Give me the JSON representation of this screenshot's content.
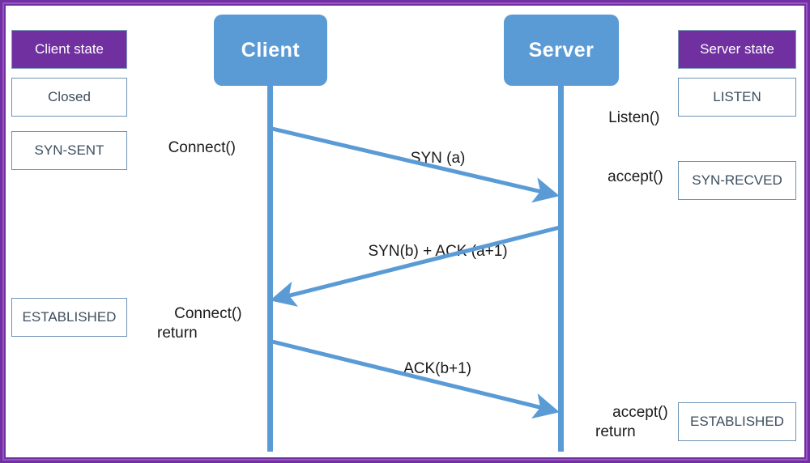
{
  "diagram": {
    "title": "TCP three-way handshake sequence diagram",
    "colors": {
      "frame_purple": "#7030A0",
      "frame_purple_light": "#9B51C8",
      "participant_blue": "#5B9BD5",
      "state_header_purple": "#7030A0",
      "state_border_blue": "#6E93B5",
      "state_text": "#3D4E5E",
      "label_text": "#1a1a1a",
      "background": "#ffffff"
    }
  },
  "participants": {
    "client": {
      "label": "Client"
    },
    "server": {
      "label": "Server"
    }
  },
  "client_states": {
    "header": "Client state",
    "items": [
      {
        "label": "Closed"
      },
      {
        "label": "SYN-SENT"
      },
      {
        "label": "ESTABLISHED"
      }
    ]
  },
  "server_states": {
    "header": "Server state",
    "items": [
      {
        "label": "LISTEN"
      },
      {
        "label": "SYN-RECVED"
      },
      {
        "label": "ESTABLISHED"
      }
    ]
  },
  "client_calls": [
    {
      "label": "Connect()"
    },
    {
      "label": "Connect()\nreturn"
    }
  ],
  "server_calls": [
    {
      "label": "Listen()"
    },
    {
      "label": "accept()"
    },
    {
      "label": "accept()\nreturn"
    }
  ],
  "messages": [
    {
      "label": "SYN (a)",
      "from": "client",
      "to": "server"
    },
    {
      "label": "SYN(b) + ACK (a+1)",
      "from": "server",
      "to": "client"
    },
    {
      "label": "ACK(b+1)",
      "from": "client",
      "to": "server"
    }
  ]
}
